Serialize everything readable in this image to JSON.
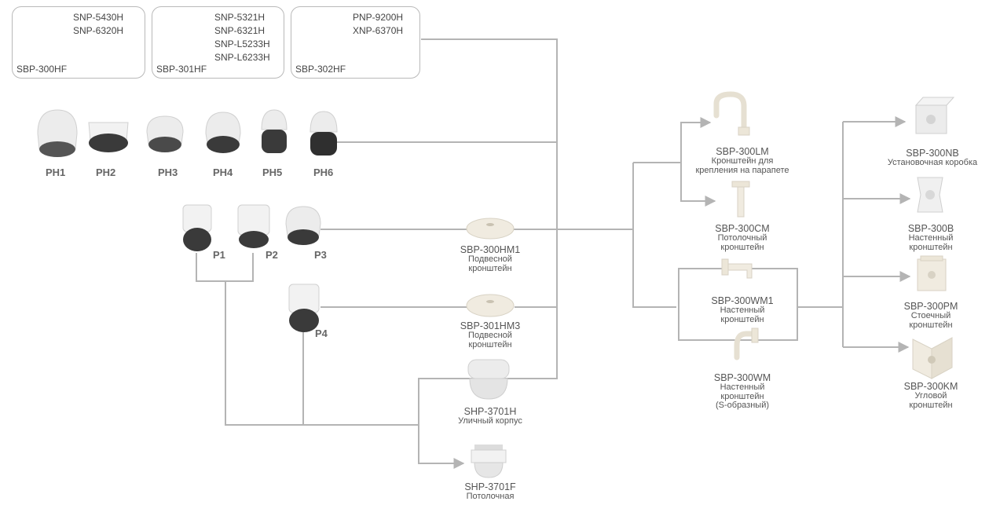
{
  "pendant_boxes": [
    {
      "name": "SBP-300HF",
      "models": [
        "SNP-5430H",
        "SNP-6320H"
      ]
    },
    {
      "name": "SBP-301HF",
      "models": [
        "SNP-5321H",
        "SNP-6321H",
        "SNP-L5233H",
        "SNP-L6233H"
      ]
    },
    {
      "name": "SBP-302HF",
      "models": [
        "PNP-9200H",
        "XNP-6370H"
      ]
    }
  ],
  "ph_cameras": [
    "PH1",
    "PH2",
    "PH3",
    "PH4",
    "PH5",
    "PH6"
  ],
  "p_cameras": [
    "P1",
    "P2",
    "P3",
    "P4"
  ],
  "mounts": {
    "hm1": {
      "name": "SBP-300HM1",
      "desc": [
        "Подвесной",
        "кронштейн"
      ]
    },
    "hm3": {
      "name": "SBP-301HM3",
      "desc": [
        "Подвесной",
        "кронштейн"
      ]
    },
    "housing": {
      "name": "SHP-3701H",
      "desc": [
        "Уличный корпус"
      ]
    },
    "ceiling_housing": {
      "name": "SHP-3701F",
      "desc": [
        "Потолочная"
      ]
    },
    "lm": {
      "name": "SBP-300LM",
      "desc": [
        "Кронштейн для",
        "крепления на парапете"
      ]
    },
    "cm": {
      "name": "SBP-300CM",
      "desc": [
        "Потолочный",
        "кронштейн"
      ]
    },
    "wm1": {
      "name": "SBP-300WM1",
      "desc": [
        "Настенный",
        "кронштейн"
      ]
    },
    "wm": {
      "name": "SBP-300WM",
      "desc": [
        "Настенный",
        "кронштейн",
        "(S-образный)"
      ]
    },
    "nb": {
      "name": "SBP-300NB",
      "desc": [
        "Установочная коробка"
      ]
    },
    "b": {
      "name": "SBP-300B",
      "desc": [
        "Настенный",
        "кронштейн"
      ]
    },
    "pm": {
      "name": "SBP-300PM",
      "desc": [
        "Стоечный",
        "кронштейн"
      ]
    },
    "km": {
      "name": "SBP-300KM",
      "desc": [
        "Угловой",
        "кронштейн"
      ]
    }
  },
  "colors": {
    "line": "#b4b4b4",
    "device_white": "#ececec",
    "dome_dark": "#3a3a3a",
    "label": "#555555"
  }
}
